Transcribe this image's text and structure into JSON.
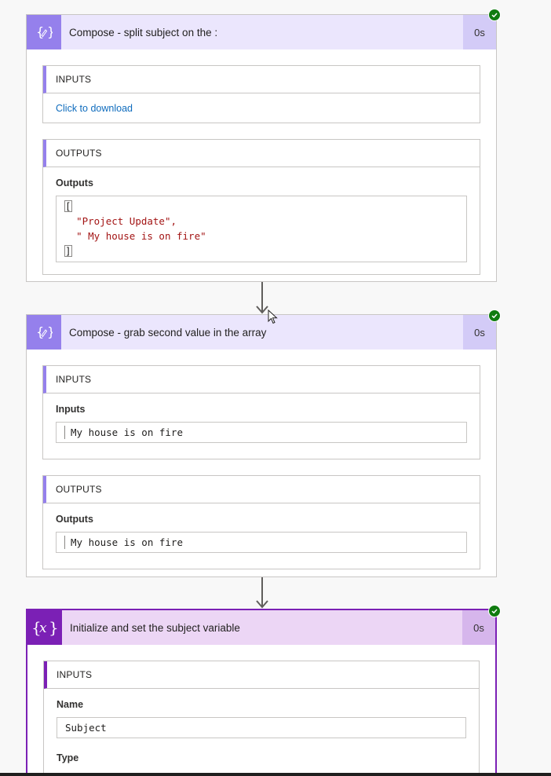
{
  "cards": [
    {
      "title": "Compose - split subject on the :",
      "duration": "0s",
      "icon": "compose-icon",
      "inputs": {
        "header": "INPUTS",
        "download_link": "Click to download"
      },
      "outputs": {
        "header": "OUTPUTS",
        "label": "Outputs",
        "code": {
          "open": "[",
          "line1": "\"Project Update\",",
          "line2": "\" My house is on fire\"",
          "close": "]"
        }
      }
    },
    {
      "title": "Compose - grab second value in the array",
      "duration": "0s",
      "icon": "compose-icon",
      "inputs": {
        "header": "INPUTS",
        "label": "Inputs",
        "value": "My house is on fire"
      },
      "outputs": {
        "header": "OUTPUTS",
        "label": "Outputs",
        "value": "My house is on fire"
      }
    },
    {
      "title": "Initialize and set the subject variable",
      "duration": "0s",
      "icon": "variable-icon",
      "inputs": {
        "header": "INPUTS",
        "name_label": "Name",
        "name_value": "Subject",
        "type_label": "Type"
      }
    }
  ],
  "colors": {
    "compose_accent": "#9580ec",
    "variable_accent": "#7b20b5",
    "success": "#107c10",
    "link": "#0f6cbd",
    "string": "#a31515"
  }
}
